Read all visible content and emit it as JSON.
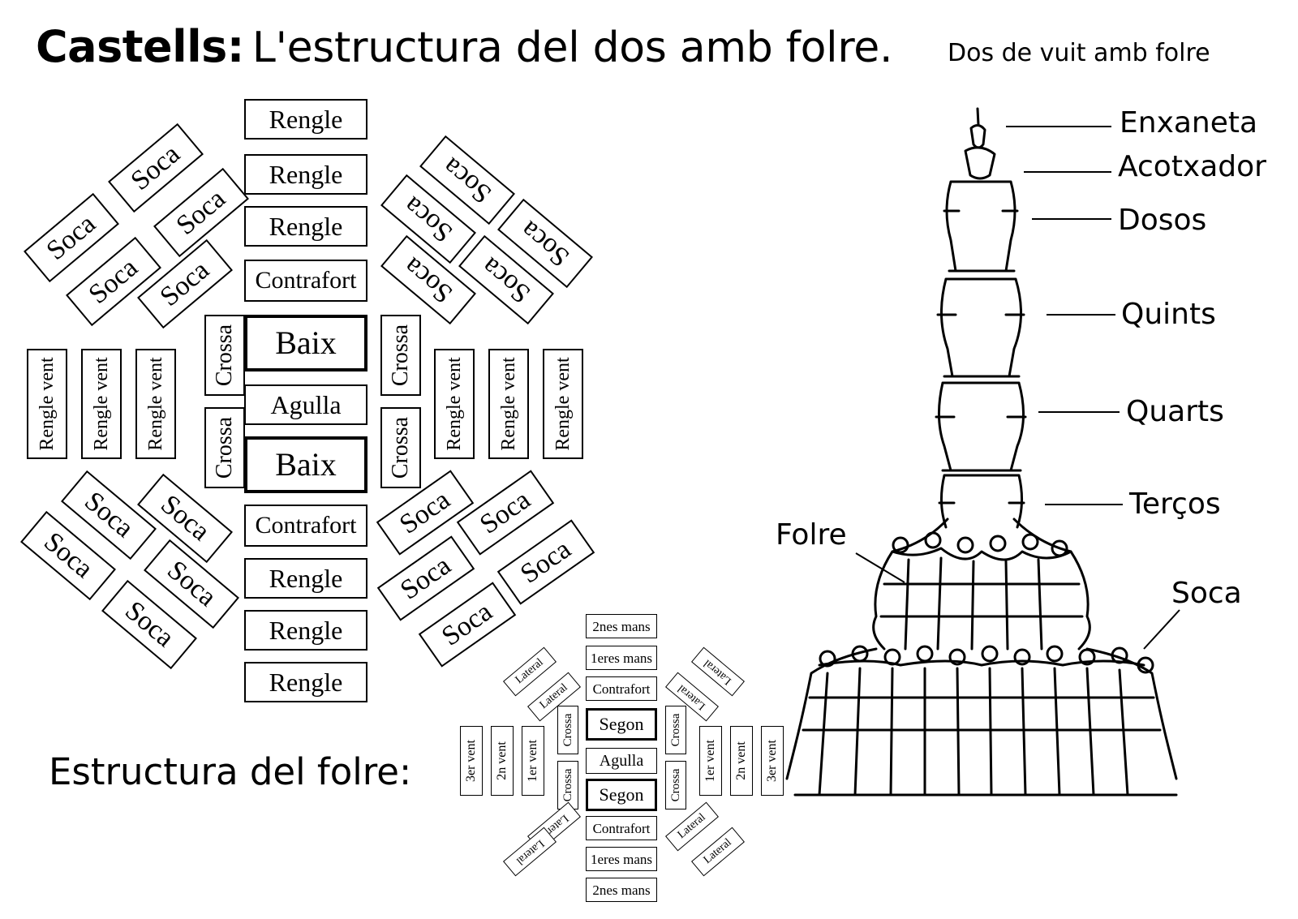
{
  "title": {
    "bold": "Castells:",
    "rest": "L'estructura del dos amb folre."
  },
  "subtitle": "Dos de vuit amb folre",
  "folre_title": "Estructura del folre:",
  "pinya_labels": {
    "rengle": "Rengle",
    "contrafort": "Contrafort",
    "baix": "Baix",
    "agulla": "Agulla",
    "crossa": "Crossa",
    "rengle_vent": "Rengle vent",
    "soca": "Soca"
  },
  "folre_labels": {
    "segones_mans": "2nes mans",
    "primeres_mans": "1eres mans",
    "contrafort": "Contrafort",
    "segon": "Segon",
    "agulla": "Agulla",
    "crossa": "Crossa",
    "lateral": "Lateral",
    "vent1": "1er vent",
    "vent2": "2n vent",
    "vent3": "3er vent"
  },
  "tower_labels": {
    "enxaneta": "Enxaneta",
    "acotxador": "Acotxador",
    "dosos": "Dosos",
    "quints": "Quints",
    "quarts": "Quarts",
    "tercos": "Terços",
    "folre": "Folre",
    "soca": "Soca"
  },
  "colors": {
    "ink": "#000000",
    "background": "#ffffff"
  },
  "tower_icon": "human-tower-illustration"
}
